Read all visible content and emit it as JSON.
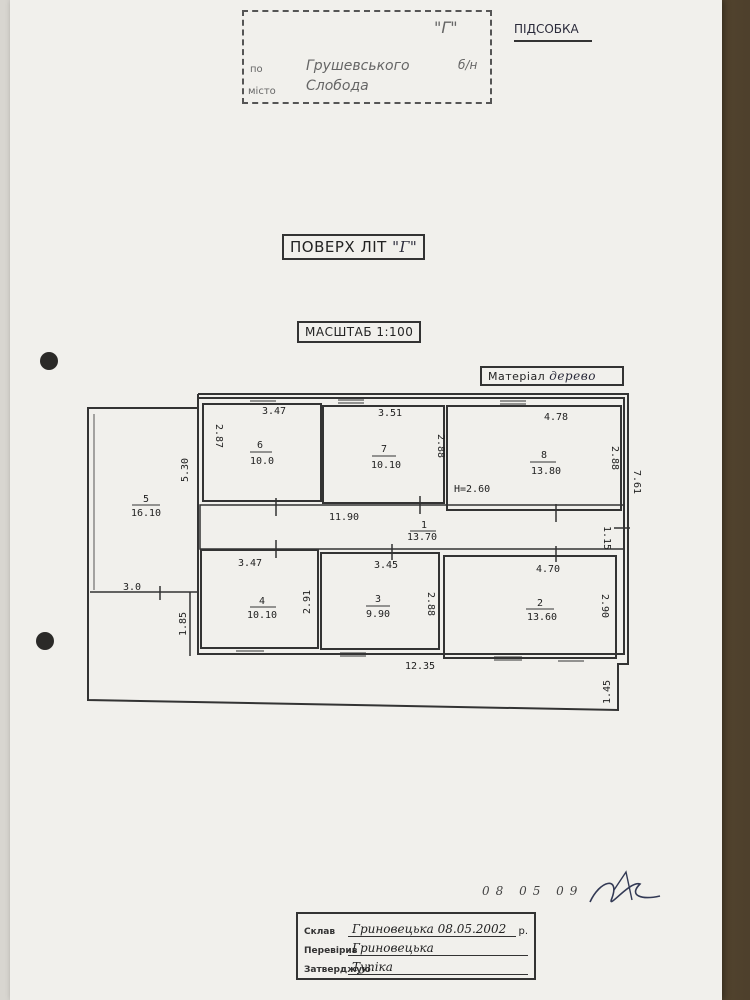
{
  "header": {
    "stamp_letter": "\"Г\"",
    "street_label": "по",
    "street_value": "Грушевського",
    "house_no": "б/н",
    "city_label": "місто",
    "city_value": "Слобода",
    "building_type": "ПІДСОБКА"
  },
  "title": {
    "floor": "ПОВЕРХ ЛІТ",
    "letter": "\"Г\"",
    "scale": "МАСШТАБ 1:100"
  },
  "material_label": "Матеріал",
  "material_value": "дерево",
  "plan": {
    "rooms": [
      {
        "no": "1",
        "area": "13.70"
      },
      {
        "no": "2",
        "area": "13.60"
      },
      {
        "no": "3",
        "area": "9.90"
      },
      {
        "no": "4",
        "area": "10.10"
      },
      {
        "no": "5",
        "area": "16.10"
      },
      {
        "no": "6",
        "area": "10.0"
      },
      {
        "no": "7",
        "area": "10.10"
      },
      {
        "no": "8",
        "area": "13.80"
      }
    ],
    "dims": {
      "d_347_top": "3.47",
      "d_351": "3.51",
      "d_478": "4.78",
      "d_287": "2.87",
      "d_288_top": "2.88",
      "d_288_right": "2.88",
      "d_761": "7.61",
      "d_530": "5.30",
      "d_1190": "11.90",
      "d_115": "1.15",
      "d_347_bot": "3.47",
      "d_345": "3.45",
      "d_470": "4.70",
      "d_291": "2.91",
      "d_288_bot": "2.88",
      "d_290": "2.90",
      "d_30": "3.0",
      "d_185": "1.85",
      "d_1235": "12.35",
      "d_145": "1.45"
    },
    "height_note": "Н=2.60"
  },
  "signature_date": "08 05 09",
  "footer": {
    "label_1": "Склав",
    "value_1": "Гриновецька 08.05.2002",
    "suffix_1": "р.",
    "label_2": "Перевірив",
    "value_2": "Гриновецька",
    "label_3": "Затверджую",
    "value_3": "Тупіка"
  }
}
